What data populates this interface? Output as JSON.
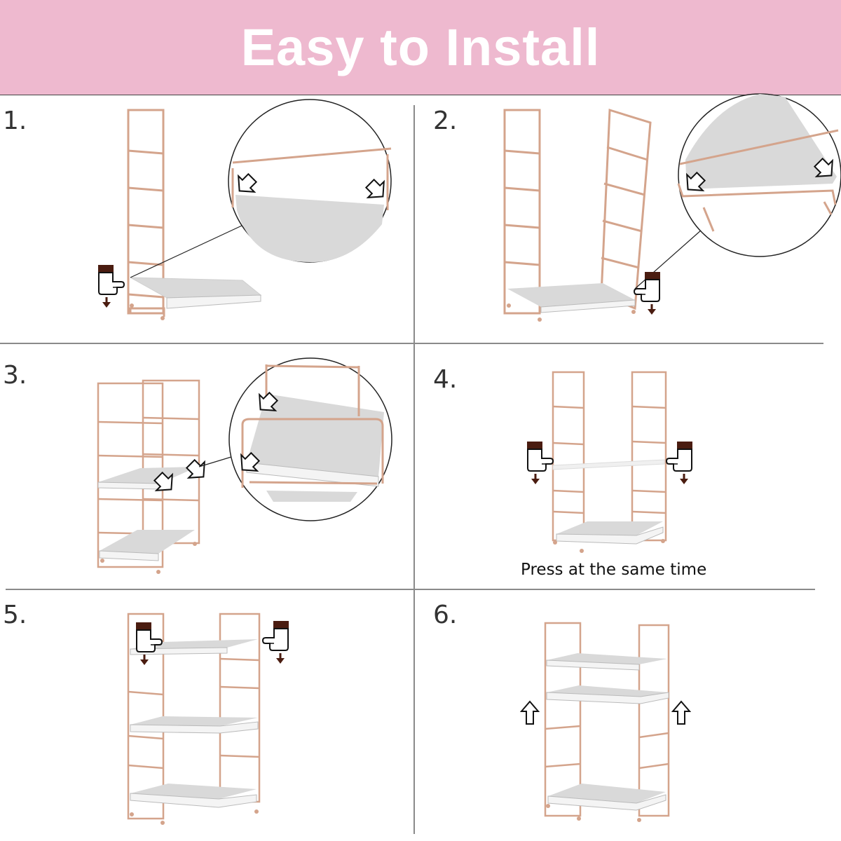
{
  "title": "Easy to Install",
  "steps": [
    {
      "number": "1."
    },
    {
      "number": "2."
    },
    {
      "number": "3."
    },
    {
      "number": "4.",
      "caption": "Press at the same time"
    },
    {
      "number": "5."
    },
    {
      "number": "6."
    }
  ],
  "colors": {
    "banner": "#EEB9CF",
    "frame": "#D4A48C",
    "shelf": "#F4F4F4",
    "shelf_top": "#D9D9D9",
    "hand": "#4A1C10"
  },
  "icons": [
    "pressing-hand-icon",
    "down-arrow-icon",
    "up-arrow-icon",
    "insert-arrow-icon",
    "magnifier-circle"
  ]
}
